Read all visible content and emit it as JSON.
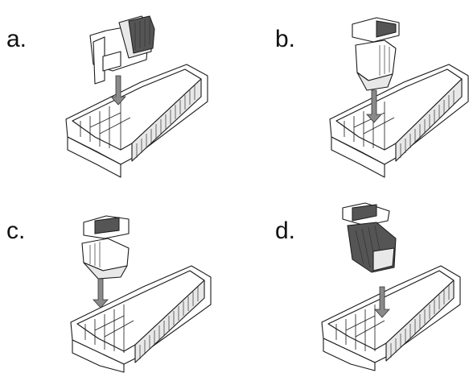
{
  "panels": [
    {
      "label": "a."
    },
    {
      "label": "b."
    },
    {
      "label": "c."
    },
    {
      "label": "d."
    }
  ],
  "icons": {
    "tray": "charging-tray",
    "device": "handheld-device",
    "arrow": "down-arrow"
  }
}
